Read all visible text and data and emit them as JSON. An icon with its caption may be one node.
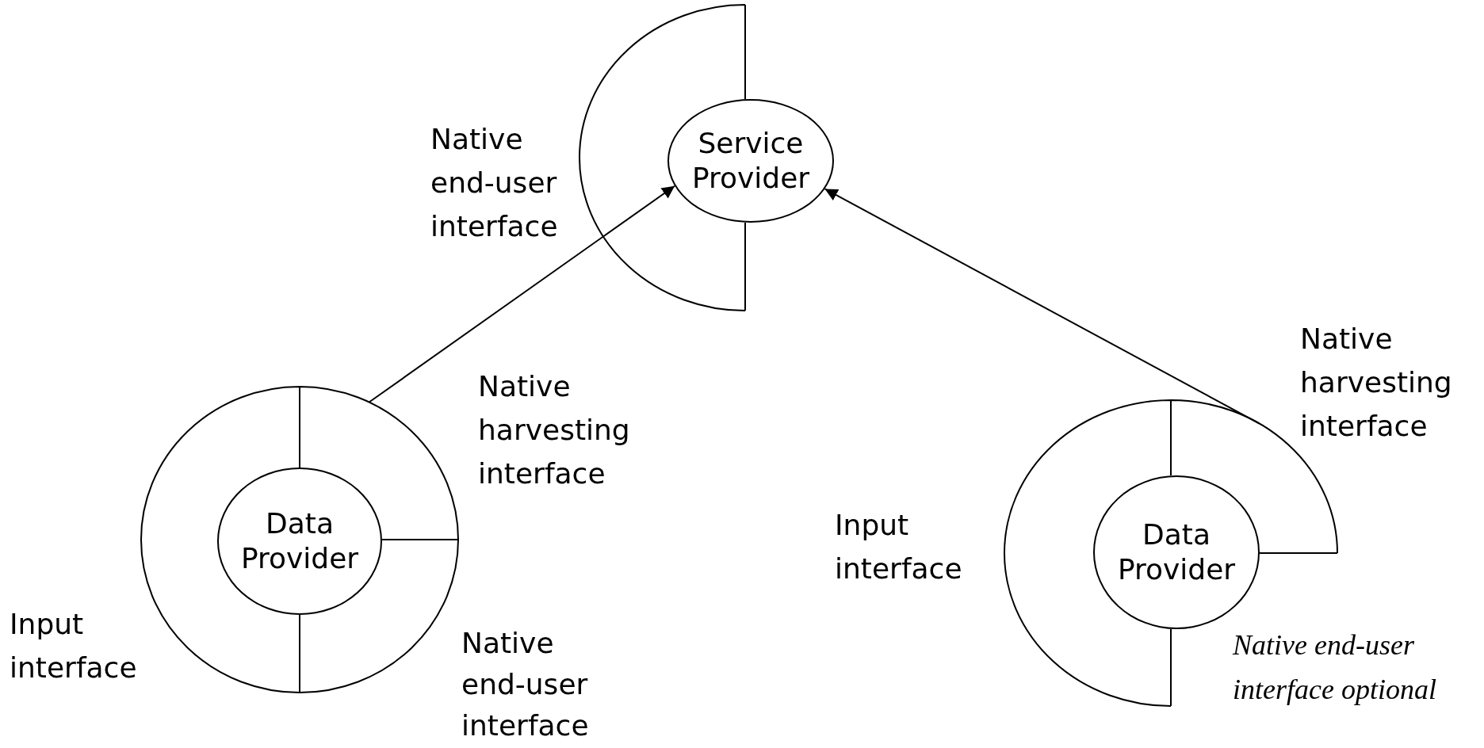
{
  "diagram": {
    "nodes": [
      {
        "text": [],
        "shape": "circle"
      },
      {
        "text": [
          "Service Provider"
        ],
        "in": 0
      },
      {
        "text": [],
        "shape": "circle"
      },
      {
        "text": [
          "Data Provider"
        ],
        "in": 2
      },
      {
        "text": [],
        "shape": "circle"
      },
      {
        "text": [
          "Data Provider"
        ],
        "in": 4
      }
    ],
    "edges": [
      {
        "from": 2,
        "to": 1,
        "arrow": "to"
      },
      {
        "from": 4,
        "to": 1,
        "arrow": "to"
      }
    ],
    "labels": [
      "Native end-user interface",
      "Native harvesting interface",
      "Native harvesting interface",
      "Input interface",
      "Input interface",
      "Native end-user interface",
      "Native end-user interface optional"
    ]
  }
}
